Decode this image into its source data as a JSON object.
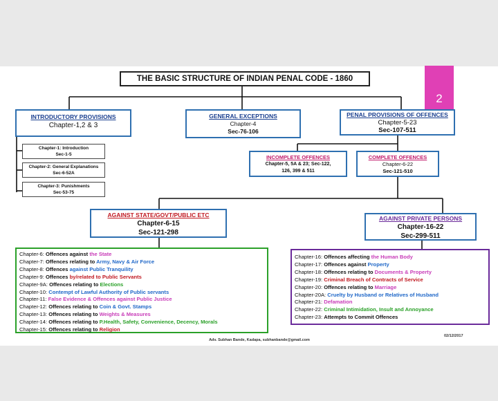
{
  "title": "THE BASIC STRUCTURE OF INDIAN PENAL CODE - 1860",
  "page_number": "2",
  "intro": {
    "heading": "INTRODUCTORY PROVISIONS",
    "sub": "Chapter-1,2 & 3",
    "color": "#1a3f8f"
  },
  "intro_items": [
    {
      "l1": "Chapter-1: Introduction",
      "l2": "Sec-1-5"
    },
    {
      "l1": "Chapter-2: General Explanations",
      "l2": "Sec-6-52A"
    },
    {
      "l1": "Chapter-3: Punishments",
      "l2": "Sec-53-75"
    }
  ],
  "general": {
    "heading": "GENERAL EXCEPTIONS",
    "l1": "Chapter-4",
    "l2": "Sec-76-106",
    "color": "#1a3f8f"
  },
  "penal": {
    "heading": "PENAL PROVISIONS OF OFFENCES",
    "l1": "Chapter-5-23",
    "l2": "Sec-107-511",
    "color": "#1a3f8f"
  },
  "incomplete": {
    "heading": "INCOMPLETE OFFENCES",
    "l1": "Chapter-5, 5A & 23; Sec-122,",
    "l2": "126, 399 & 511",
    "color": "#c0186a"
  },
  "complete": {
    "heading": "COMPLETE OFFENCES",
    "l1": "Chapter-6-22",
    "l2": "Sec-121-510",
    "color": "#c0186a"
  },
  "state": {
    "heading": "AGAINST STATE/GOVT/PUBLIC ETC",
    "l1": "Chapter-6-15",
    "l2": "Sec-121-298",
    "color": "#c01820"
  },
  "private": {
    "heading": "AGAINST PRIVATE PERSONS",
    "l1": "Chapter-16-22",
    "l2": "Sec-299-511",
    "color": "#6a2a9a"
  },
  "state_list": [
    {
      "ch": "Chapter-6: ",
      "a": "Offences against ",
      "b": "the State",
      "color": "#c83cb8"
    },
    {
      "ch": "Chapter-7: ",
      "a": "Offences relating to ",
      "b": "Army, Navy & Air Force",
      "color": "#1f67c8"
    },
    {
      "ch": "Chapter-8: ",
      "a": "Offences ",
      "b": "against Public Tranquility",
      "color": "#1f67c8"
    },
    {
      "ch": "Chapter-9: ",
      "a": "Offences ",
      "b": "by/related to Public Servants",
      "color": "#c01820"
    },
    {
      "ch": "Chapter-9A: ",
      "a": "Offences relating to ",
      "b": "Elections",
      "color": "#2aa028"
    },
    {
      "ch": "Chapter-10: ",
      "a": "",
      "b": "Contempt of Lawful Authority of Public servants",
      "color": "#1f67c8"
    },
    {
      "ch": "Chapter-11: ",
      "a": "",
      "b": "False Evidence & Offences against Public Justice",
      "color": "#c83cb8"
    },
    {
      "ch": "Chapter-12: ",
      "a": "Offences relating to ",
      "b": "Coin & Govt. Stamps",
      "color": "#1f67c8"
    },
    {
      "ch": "Chapter-13: ",
      "a": "Offences relating to ",
      "b": "Weights & Measures",
      "color": "#c83cb8"
    },
    {
      "ch": "Chapter-14: ",
      "a": "Offences relating to ",
      "b": "P.Health, Safety, Convenience, Decency, Morals",
      "color": "#2aa028"
    },
    {
      "ch": "Chapter-15: ",
      "a": "Offences relating to ",
      "b": "Religion",
      "color": "#c01820"
    }
  ],
  "private_list": [
    {
      "ch": "Chapter-16: ",
      "a": "Offences affecting ",
      "b": "the Human Body",
      "color": "#c83cb8"
    },
    {
      "ch": "Chapter-17: ",
      "a": "Offences against ",
      "b": "Property",
      "color": "#1f67c8"
    },
    {
      "ch": "Chapter-18: ",
      "a": "Offences relating to ",
      "b": "Documents & Property",
      "color": "#c83cb8"
    },
    {
      "ch": "Chapter-19: ",
      "a": "",
      "b": "Criminal Breach of Contracts of Service",
      "color": "#c01820"
    },
    {
      "ch": "Chapter-20: ",
      "a": "Offences relating to ",
      "b": "Marriage",
      "color": "#c83cb8"
    },
    {
      "ch": "Chapter-20A: ",
      "a": "",
      "b": "Cruelty by Husband or Relatives of Husband",
      "color": "#1f67c8"
    },
    {
      "ch": "Chapter-21: ",
      "a": "",
      "b": "Defamation",
      "color": "#c83cb8"
    },
    {
      "ch": "Chapter-22: ",
      "a": "",
      "b": "Criminal Intimidation, Insult and Annoyance",
      "color": "#2aa028"
    },
    {
      "ch": "Chapter-23: ",
      "a": "",
      "b": "Attempts to Commit Offences",
      "color": "#111111"
    }
  ],
  "date": "02/12/2017",
  "author": "Adv. Subhan Bande, Kadapa, subhanbande@gmail.com",
  "colors": {
    "box_border": "#2e6fb0",
    "state_list_border": "#2aa028",
    "private_list_border": "#6a2a9a",
    "pink_tag": "#e040b5"
  }
}
